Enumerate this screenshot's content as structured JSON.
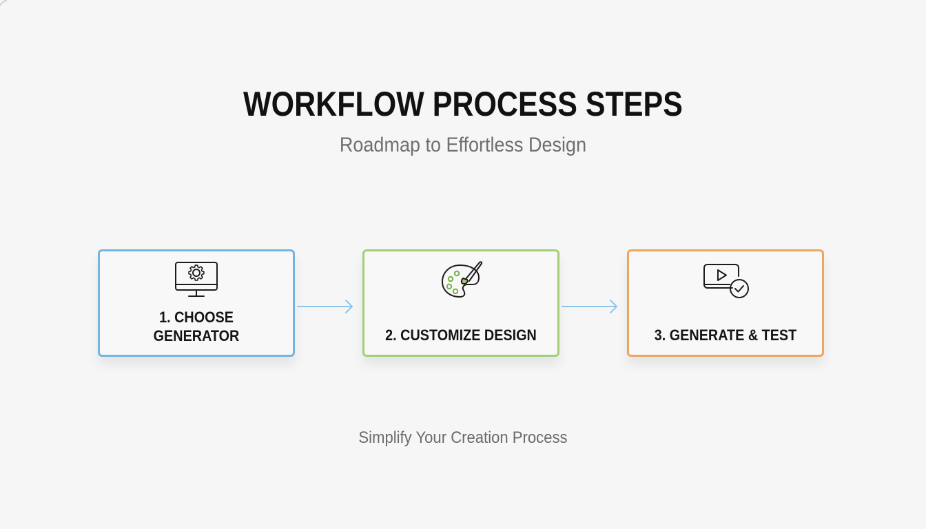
{
  "header": {
    "title": "WORKFLOW PROCESS STEPS",
    "subtitle": "Roadmap to Effortless Design"
  },
  "steps": [
    {
      "label_lines": [
        "1. CHOOSE",
        "GENERATOR"
      ],
      "icon": "monitor-gear-icon",
      "border_color": "#74b4e2"
    },
    {
      "label_lines": [
        "2. CUSTOMIZE DESIGN"
      ],
      "icon": "palette-brush-icon",
      "border_color": "#a3cd79"
    },
    {
      "label_lines": [
        "3. GENERATE & TEST"
      ],
      "icon": "video-check-icon",
      "border_color": "#eca660"
    }
  ],
  "connector_color": "#8cc3e8",
  "footer": {
    "tagline": "Simplify Your Creation Process"
  }
}
